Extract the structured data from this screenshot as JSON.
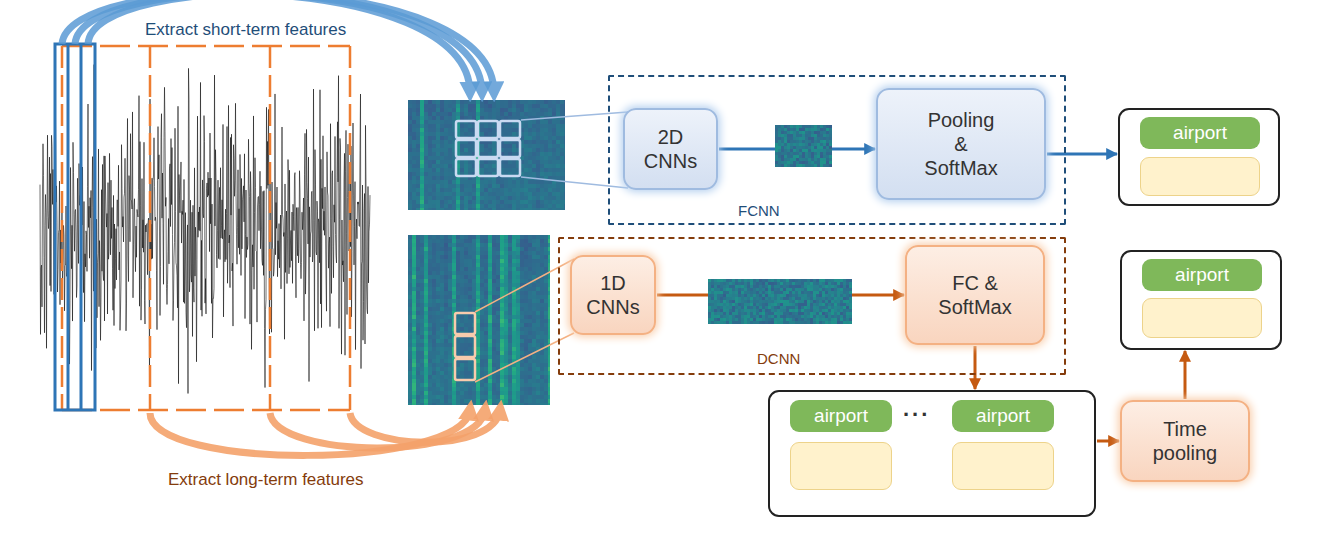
{
  "diagram": {
    "nodes": [
      {
        "text": [
          "FCNN"
        ]
      },
      {
        "text": [
          "2D CNNs"
        ],
        "in": 0
      },
      {
        "text": [
          "Pooling & SoftMax"
        ],
        "in": 0
      },
      {
        "text": []
      },
      {
        "text": [
          "airport"
        ],
        "in": 3
      },
      {
        "text": [
          "DCNN"
        ]
      },
      {
        "text": [
          "1D CNNs"
        ],
        "in": 5
      },
      {
        "text": [
          "FC & SoftMax"
        ],
        "in": 5
      },
      {
        "text": []
      },
      {
        "text": [
          "airport"
        ],
        "in": 8
      },
      {
        "text": [
          "airport"
        ],
        "in": 8
      },
      {
        "text": [
          "Time pooling"
        ]
      },
      {
        "text": []
      },
      {
        "text": [
          "airport"
        ],
        "in": 12
      }
    ],
    "edges": [
      {
        "from": 1,
        "to": 2,
        "arrow": "to"
      },
      {
        "from": 2,
        "to": 3,
        "arrow": "to"
      },
      {
        "from": 6,
        "to": 7,
        "arrow": "to"
      },
      {
        "from": 7,
        "to": 8,
        "arrow": "to"
      },
      {
        "from": 8,
        "to": 11,
        "arrow": "to"
      },
      {
        "from": 11,
        "to": 12,
        "arrow": "to"
      }
    ],
    "labels": [
      "Extract short-term features",
      "Extract long-term features",
      "..."
    ]
  }
}
